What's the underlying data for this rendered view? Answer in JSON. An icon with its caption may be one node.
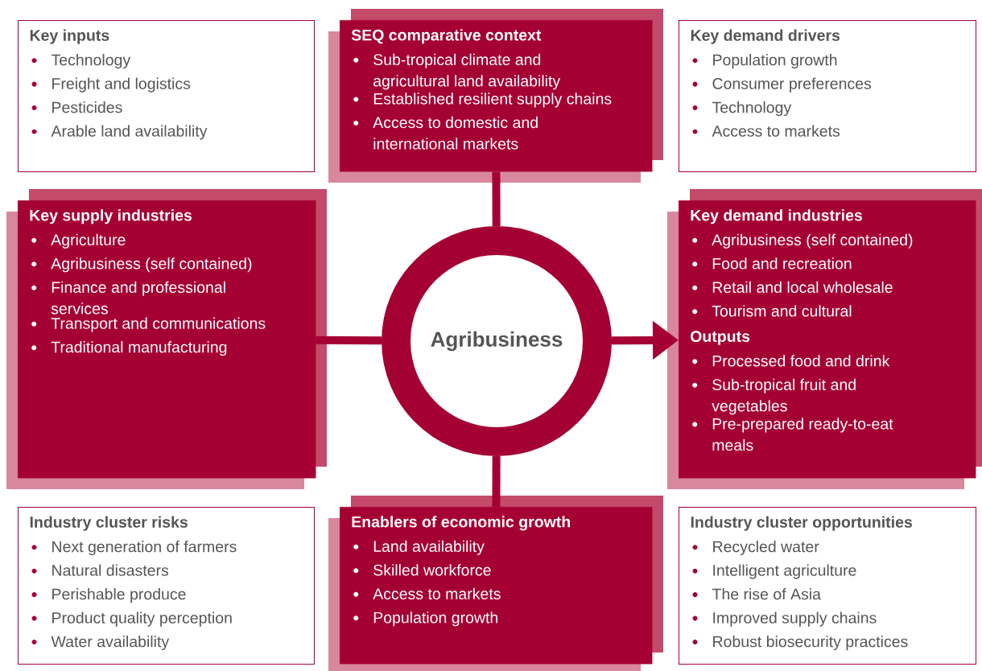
{
  "diagram": {
    "nodes": [
      {
        "text": [
          "Key inputs",
          "Technology",
          "Freight and logistics",
          "Pesticides",
          "Arable land availability"
        ]
      },
      {
        "text": [
          "SEQ comparative context",
          "Sub-tropical climate and agricultural land availability",
          "Established resilient supply chains",
          "Access to domestic and international markets"
        ]
      },
      {
        "text": [
          "Key demand drivers",
          "Population growth",
          "Consumer preferences",
          "Technology",
          "Access to markets"
        ]
      },
      {
        "text": [
          "Key supply industries",
          "Agriculture",
          "Agribusiness (self contained)",
          "Finance and professional services",
          "Transport and communications",
          "Traditional manufacturing"
        ]
      },
      {
        "text": [
          "Agribusiness"
        ]
      },
      {
        "text": [
          "Key demand industries",
          "Agribusiness (self contained)",
          "Food and recreation",
          "Retail and local wholesale",
          "Tourism and cultural",
          "Outputs",
          "Processed food and drink",
          "Sub-tropical fruit and vegetables",
          "Pre-prepared ready-to-eat meals"
        ]
      },
      {
        "text": [
          "Industry cluster risks",
          "Next generation of farmers",
          "Natural disasters",
          "Perishable produce",
          "Product quality perception",
          "Water availability"
        ]
      },
      {
        "text": [
          "Enablers of economic growth",
          "Land availability",
          "Skilled workforce",
          "Access to markets",
          "Population growth"
        ]
      },
      {
        "text": [
          "Industry cluster opportunities",
          "Recycled water",
          "Intelligent agriculture",
          "The rise of Asia",
          "Improved supply chains",
          "Robust biosecurity practices"
        ]
      }
    ],
    "edges": [
      {
        "from": 1,
        "to": 4,
        "arrow": "none"
      },
      {
        "from": 3,
        "to": 4,
        "arrow": "none"
      },
      {
        "from": 4,
        "to": 5,
        "arrow": "to"
      },
      {
        "from": 4,
        "to": 7,
        "arrow": "none"
      }
    ]
  }
}
